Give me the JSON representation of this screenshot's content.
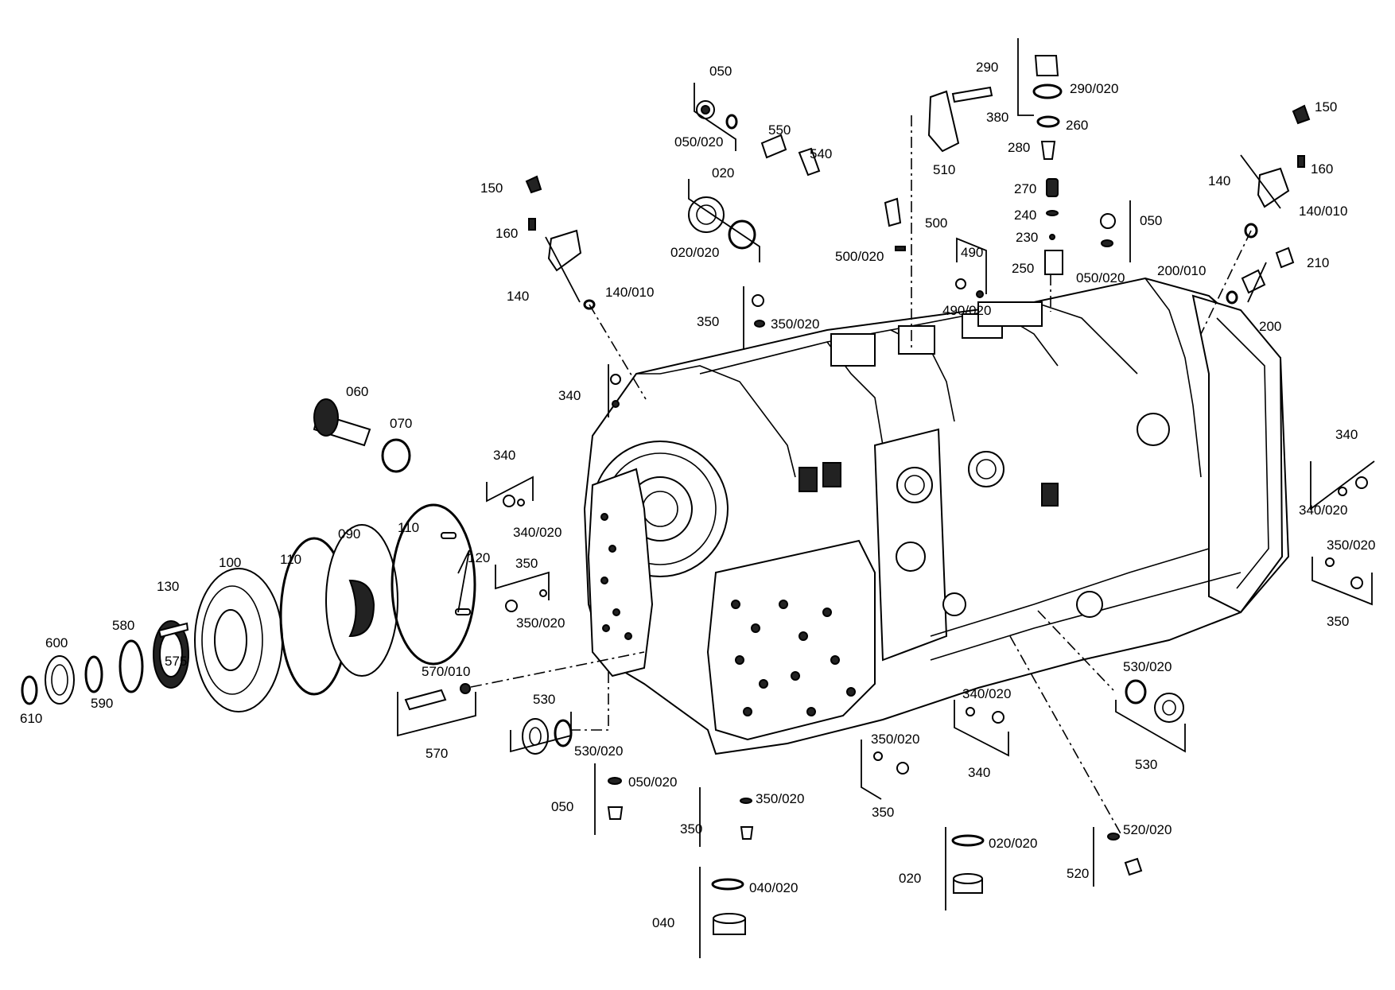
{
  "diagram": {
    "labels": [
      {
        "id": "l1",
        "text": "050"
      },
      {
        "id": "l2",
        "text": "050/020"
      },
      {
        "id": "l3",
        "text": "550"
      },
      {
        "id": "l4",
        "text": "540"
      },
      {
        "id": "l5",
        "text": "020"
      },
      {
        "id": "l6",
        "text": "020/020"
      },
      {
        "id": "l7",
        "text": "150"
      },
      {
        "id": "l8",
        "text": "160"
      },
      {
        "id": "l9",
        "text": "140"
      },
      {
        "id": "l10",
        "text": "140/010"
      },
      {
        "id": "l11",
        "text": "350"
      },
      {
        "id": "l12",
        "text": "350/020"
      },
      {
        "id": "l13",
        "text": "290"
      },
      {
        "id": "l14",
        "text": "290/020"
      },
      {
        "id": "l15",
        "text": "380"
      },
      {
        "id": "l16",
        "text": "260"
      },
      {
        "id": "l17",
        "text": "280"
      },
      {
        "id": "l18",
        "text": "510"
      },
      {
        "id": "l19",
        "text": "270"
      },
      {
        "id": "l20",
        "text": "240"
      },
      {
        "id": "l21",
        "text": "230"
      },
      {
        "id": "l22",
        "text": "250"
      },
      {
        "id": "l23",
        "text": "500"
      },
      {
        "id": "l24",
        "text": "500/020"
      },
      {
        "id": "l25",
        "text": "490"
      },
      {
        "id": "l26",
        "text": "490/020"
      },
      {
        "id": "l27",
        "text": "050"
      },
      {
        "id": "l28",
        "text": "050/020"
      },
      {
        "id": "l29",
        "text": "150"
      },
      {
        "id": "l30",
        "text": "160"
      },
      {
        "id": "l31",
        "text": "140"
      },
      {
        "id": "l32",
        "text": "140/010"
      },
      {
        "id": "l33",
        "text": "200/010"
      },
      {
        "id": "l34",
        "text": "210"
      },
      {
        "id": "l35",
        "text": "200"
      },
      {
        "id": "l36",
        "text": "340"
      },
      {
        "id": "l37",
        "text": "060"
      },
      {
        "id": "l38",
        "text": "070"
      },
      {
        "id": "l39",
        "text": "340"
      },
      {
        "id": "l40",
        "text": "340/020"
      },
      {
        "id": "l41",
        "text": "110"
      },
      {
        "id": "l42",
        "text": "090"
      },
      {
        "id": "l43",
        "text": "110"
      },
      {
        "id": "l44",
        "text": "120"
      },
      {
        "id": "l45",
        "text": "100"
      },
      {
        "id": "l46",
        "text": "350"
      },
      {
        "id": "l47",
        "text": "350/020"
      },
      {
        "id": "l48",
        "text": "130"
      },
      {
        "id": "l49",
        "text": "580"
      },
      {
        "id": "l50",
        "text": "600"
      },
      {
        "id": "l51",
        "text": "575"
      },
      {
        "id": "l52",
        "text": "590"
      },
      {
        "id": "l53",
        "text": "610"
      },
      {
        "id": "l54",
        "text": "570/010"
      },
      {
        "id": "l55",
        "text": "570"
      },
      {
        "id": "l56",
        "text": "530"
      },
      {
        "id": "l57",
        "text": "530/020"
      },
      {
        "id": "l58",
        "text": "050/020"
      },
      {
        "id": "l59",
        "text": "050"
      },
      {
        "id": "l60",
        "text": "350/020"
      },
      {
        "id": "l61",
        "text": "350"
      },
      {
        "id": "l62",
        "text": "040/020"
      },
      {
        "id": "l63",
        "text": "040"
      },
      {
        "id": "l64",
        "text": "350/020"
      },
      {
        "id": "l65",
        "text": "350"
      },
      {
        "id": "l66",
        "text": "020/020"
      },
      {
        "id": "l67",
        "text": "020"
      },
      {
        "id": "l68",
        "text": "340/020"
      },
      {
        "id": "l69",
        "text": "340"
      },
      {
        "id": "l70",
        "text": "530/020"
      },
      {
        "id": "l71",
        "text": "530"
      },
      {
        "id": "l72",
        "text": "520/020"
      },
      {
        "id": "l73",
        "text": "520"
      },
      {
        "id": "l74",
        "text": "340"
      },
      {
        "id": "l75",
        "text": "340/020"
      },
      {
        "id": "l76",
        "text": "350/020"
      },
      {
        "id": "l77",
        "text": "350"
      }
    ]
  }
}
